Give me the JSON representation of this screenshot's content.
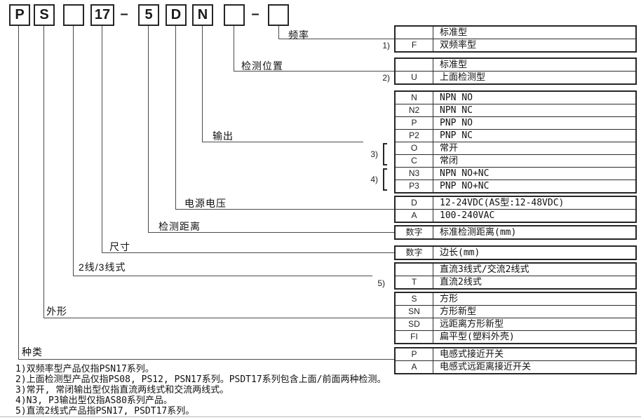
{
  "colors": {
    "border": "#262626",
    "line": "#4a4a4a",
    "text": "#111111",
    "bottom_rule": "#b5b5b5"
  },
  "code_boxes": [
    {
      "label": "P"
    },
    {
      "label": "S"
    },
    {
      "label": ""
    },
    {
      "label": "17"
    },
    {
      "label": "5"
    },
    {
      "label": "D"
    },
    {
      "label": "N"
    },
    {
      "label": ""
    },
    {
      "label": ""
    }
  ],
  "separators": [
    {
      "label": "–"
    },
    {
      "label": "–"
    }
  ],
  "branches": [
    {
      "label": "频率",
      "rows": [
        {
          "note": "",
          "code": "",
          "desc": "标准型"
        },
        {
          "note": "1)",
          "code": "F",
          "desc": "双频率型"
        }
      ]
    },
    {
      "label": "检测位置",
      "rows": [
        {
          "note": "",
          "code": "",
          "desc": "标准型"
        },
        {
          "note": "2)",
          "code": "U",
          "desc": "上面检测型"
        }
      ]
    },
    {
      "label": "输出",
      "rows": [
        {
          "code": "N",
          "desc": "NPN NO"
        },
        {
          "code": "N2",
          "desc": "NPN NC"
        },
        {
          "code": "P",
          "desc": "PNP NO"
        },
        {
          "code": "P2",
          "desc": "PNP NC"
        },
        {
          "code": "O",
          "desc": "常开"
        },
        {
          "code": "C",
          "desc": "常闭"
        },
        {
          "code": "N3",
          "desc": "NPN NO+NC"
        },
        {
          "code": "P3",
          "desc": "PNP NO+NC"
        }
      ],
      "brackets": [
        {
          "note": "3)"
        },
        {
          "note": "4)"
        }
      ]
    },
    {
      "label": "电源电压",
      "rows": [
        {
          "code": "D",
          "desc": "12-24VDC(AS型:12-48VDC)"
        },
        {
          "code": "A",
          "desc": "100-240VAC"
        }
      ]
    },
    {
      "label": "检测距离",
      "rows": [
        {
          "code": "数字",
          "desc": "标准检测距离(mm)"
        }
      ]
    },
    {
      "label": "尺寸",
      "rows": [
        {
          "code": "数字",
          "desc": "边长(mm)"
        }
      ]
    },
    {
      "label": "2线/3线式",
      "rows": [
        {
          "note": "",
          "code": "",
          "desc": "直流3线式/交流2线式"
        },
        {
          "note": "5)",
          "code": "T",
          "desc": "直流2线式"
        }
      ]
    },
    {
      "label": "外形",
      "rows": [
        {
          "code": "S",
          "desc": "方形"
        },
        {
          "code": "SN",
          "desc": "方形新型"
        },
        {
          "code": "SD",
          "desc": "远距离方形新型"
        },
        {
          "code": "FI",
          "desc": "扁平型(塑料外壳)"
        }
      ]
    },
    {
      "label": "种类",
      "rows": [
        {
          "code": "P",
          "desc": "电感式接近开关"
        },
        {
          "code": "A",
          "desc": "电感式远距离接近开关"
        }
      ]
    }
  ],
  "footnotes": [
    "1)双频率型产品仅指PSN17系列。",
    "2)上面检测型产品仅指PS08, PS12, PSN17系列。PSDT17系列包含上面/前面两种检测。",
    "3)常开, 常闭输出型仅指直流两线式和交流两线式。",
    "4)N3, P3输出型仅指AS80系列产品。",
    "5)直流2线式产品指PSN17, PSDT17系列。"
  ]
}
